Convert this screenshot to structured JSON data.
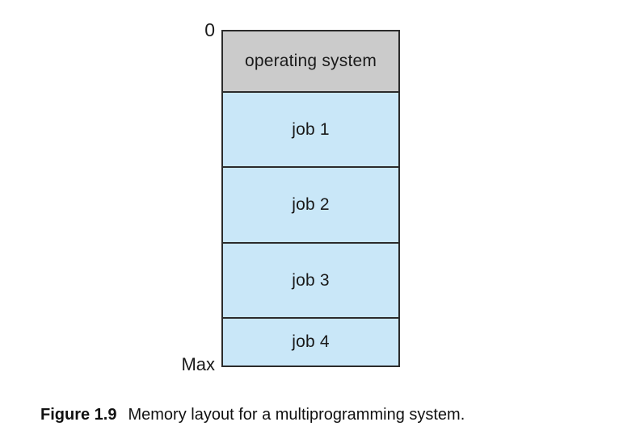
{
  "diagram": {
    "title": "memory-layout-multiprogramming",
    "top_label": "0",
    "bottom_label": "Max",
    "segments": [
      {
        "label": "operating system",
        "type": "os"
      },
      {
        "label": "job 1",
        "type": "job"
      },
      {
        "label": "job 2",
        "type": "job"
      },
      {
        "label": "job 3",
        "type": "job"
      },
      {
        "label": "job 4",
        "type": "job"
      }
    ],
    "colors": {
      "os_fill": "#cbcbcb",
      "job_fill": "#c9e7f8",
      "border": "#2b2b2b",
      "background": "#ffffff",
      "text": "#1a1a1a"
    }
  },
  "caption": {
    "figure_label": "Figure 1.9",
    "text": "Memory layout for a multiprogramming system."
  }
}
